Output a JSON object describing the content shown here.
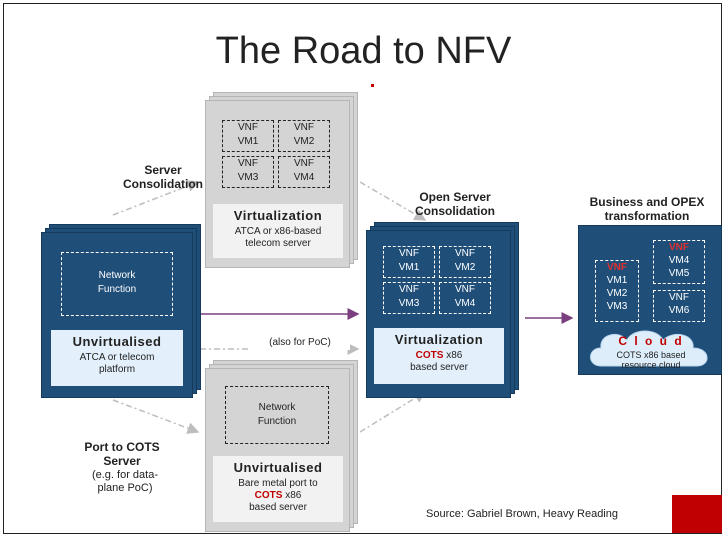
{
  "slide": {
    "title": "The Road to NFV",
    "source": "Source: Gabriel Brown, Heavy Reading"
  },
  "labels": {
    "server_consolidation": "Server\nConsolidation",
    "open_server": "Open Server\nConsolidation",
    "business": "Business and OPEX\ntransformation",
    "port_to_cots": "Port to COTS\nServer",
    "port_note": "(e.g. for data-\nplane PoC)",
    "also_poc": "(also for PoC)"
  },
  "boxes": {
    "left": {
      "inner": "Network\nFunction",
      "title": "Unvirtualised",
      "sub": "ATCA or telecom\nplatform"
    },
    "top": {
      "vms": [
        "VNF\nVM1",
        "VNF\nVM2",
        "VNF\nVM3",
        "VNF\nVM4"
      ],
      "title": "Virtualization",
      "sub": "ATCA or x86-based\ntelecom server"
    },
    "bottom": {
      "inner": "Network\nFunction",
      "title": "Unvirtualised",
      "sub1": "Bare metal port to",
      "sub_red": "COTS",
      "sub2": "x86",
      "sub3": "based server"
    },
    "mid": {
      "vms": [
        "VNF\nVM1",
        "VNF\nVM2",
        "VNF\nVM3",
        "VNF\nVM4"
      ],
      "title": "Virtualization",
      "sub_red": "COTS",
      "sub2": "x86",
      "sub3": "based server"
    },
    "right": {
      "vm_left_head": "VNF",
      "vm_left": "VM1\nVM2\nVM3",
      "vm_tr_head": "VNF",
      "vm_tr": "VM4\nVM5",
      "vm_br": "VNF\nVM6",
      "cloud_word": "C l o u d",
      "cloud_sub": "COTS x86 based\nresource cloud"
    }
  },
  "colors": {
    "accent_red": "#c00000",
    "dark_blue": "#1f4e79",
    "light_blue_panel": "#e3f0fb",
    "gray_box": "#d4d4d4",
    "arrow_purple": "#7b3f7f"
  }
}
